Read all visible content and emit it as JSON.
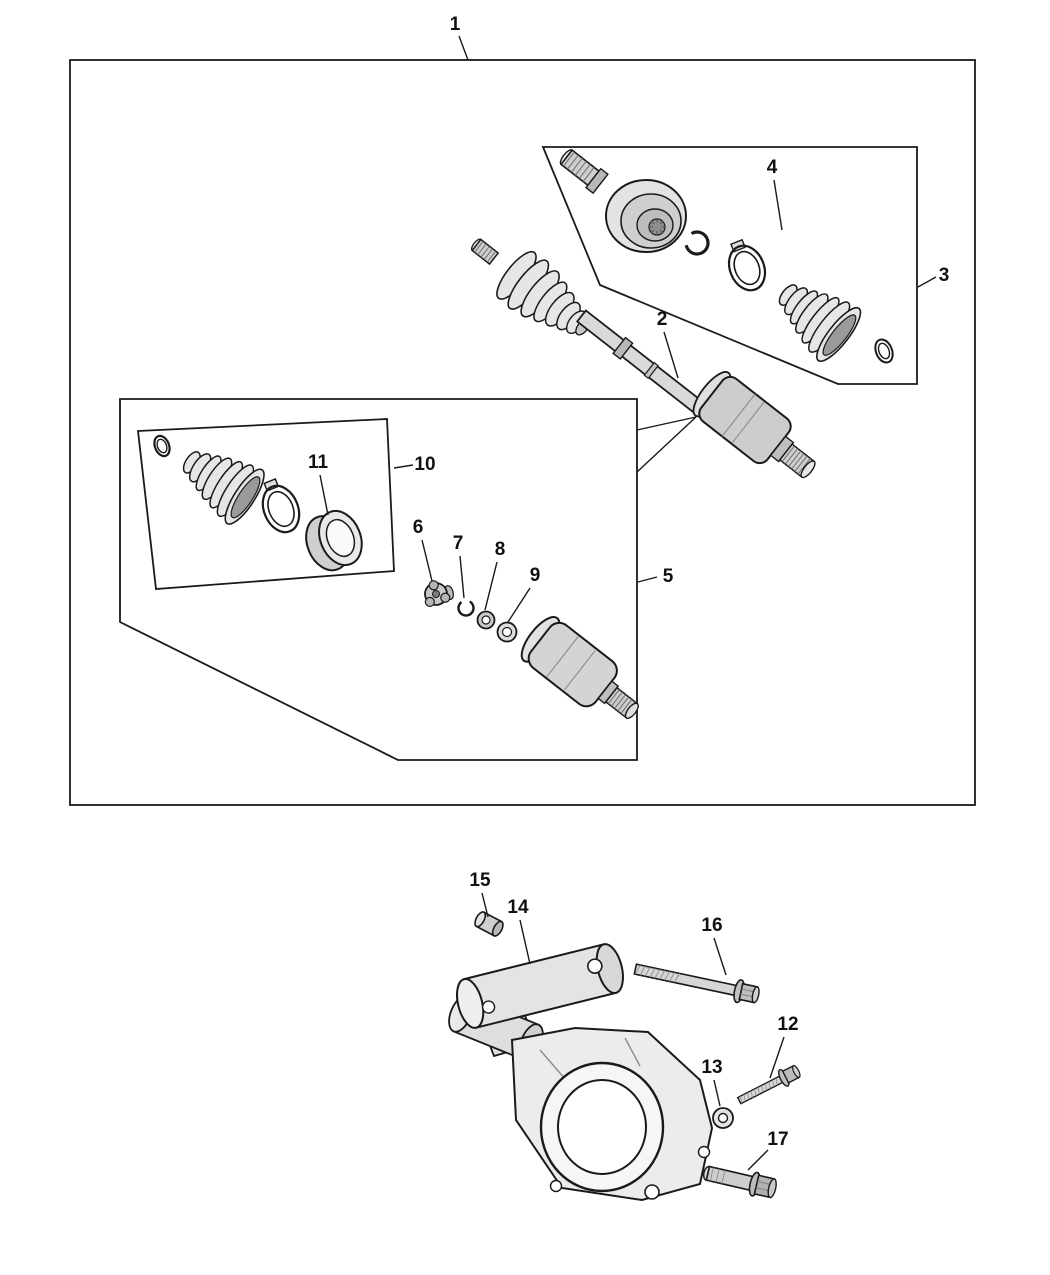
{
  "figure": {
    "background_color": "#ffffff",
    "line_color": "#1a1a1a",
    "callouts": [
      {
        "number": "1"
      },
      {
        "number": "2"
      },
      {
        "number": "3"
      },
      {
        "number": "4"
      },
      {
        "number": "5"
      },
      {
        "number": "6"
      },
      {
        "number": "7"
      },
      {
        "number": "8"
      },
      {
        "number": "9"
      },
      {
        "number": "10"
      },
      {
        "number": "11"
      },
      {
        "number": "12"
      },
      {
        "number": "13"
      },
      {
        "number": "14"
      },
      {
        "number": "15"
      },
      {
        "number": "16"
      },
      {
        "number": "17"
      }
    ]
  }
}
